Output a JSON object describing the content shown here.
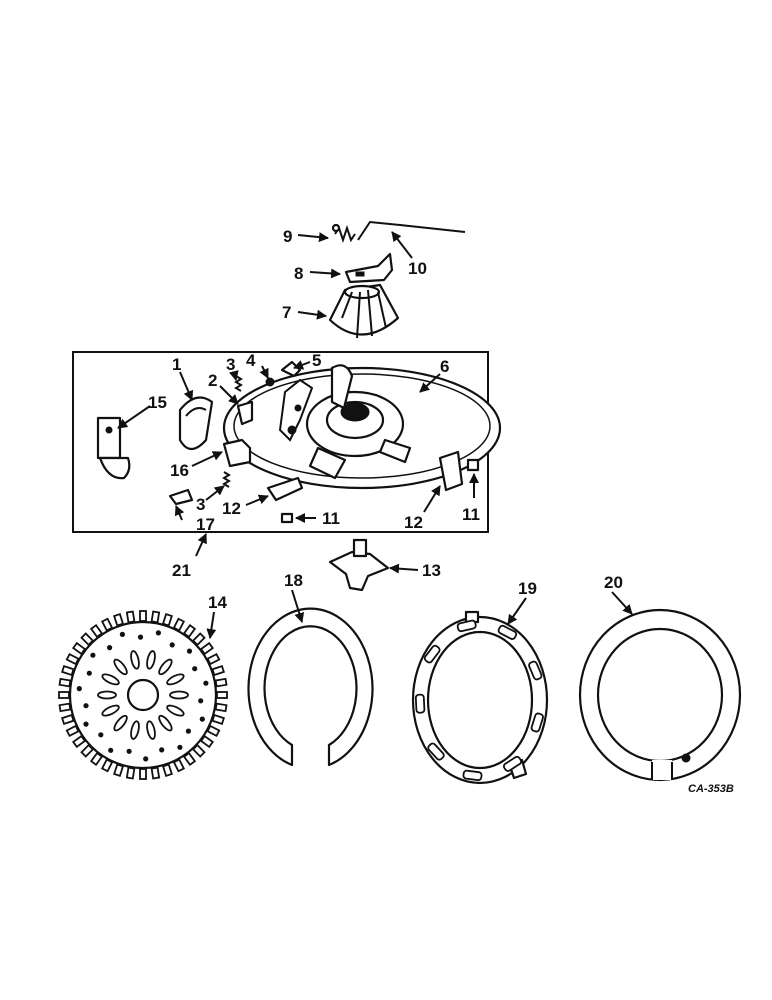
{
  "labels": {
    "l1": "1",
    "l2": "2",
    "l3a": "3",
    "l3b": "3",
    "l4": "4",
    "l5": "5",
    "l6": "6",
    "l7": "7",
    "l8": "8",
    "l9": "9",
    "l10": "10",
    "l11a": "11",
    "l11b": "11",
    "l12a": "12",
    "l12b": "12",
    "l13": "13",
    "l14": "14",
    "l15": "15",
    "l16": "16",
    "l17": "17",
    "l18": "18",
    "l19": "19",
    "l20": "20",
    "l21": "21"
  },
  "drawing_code": "CA-353B"
}
